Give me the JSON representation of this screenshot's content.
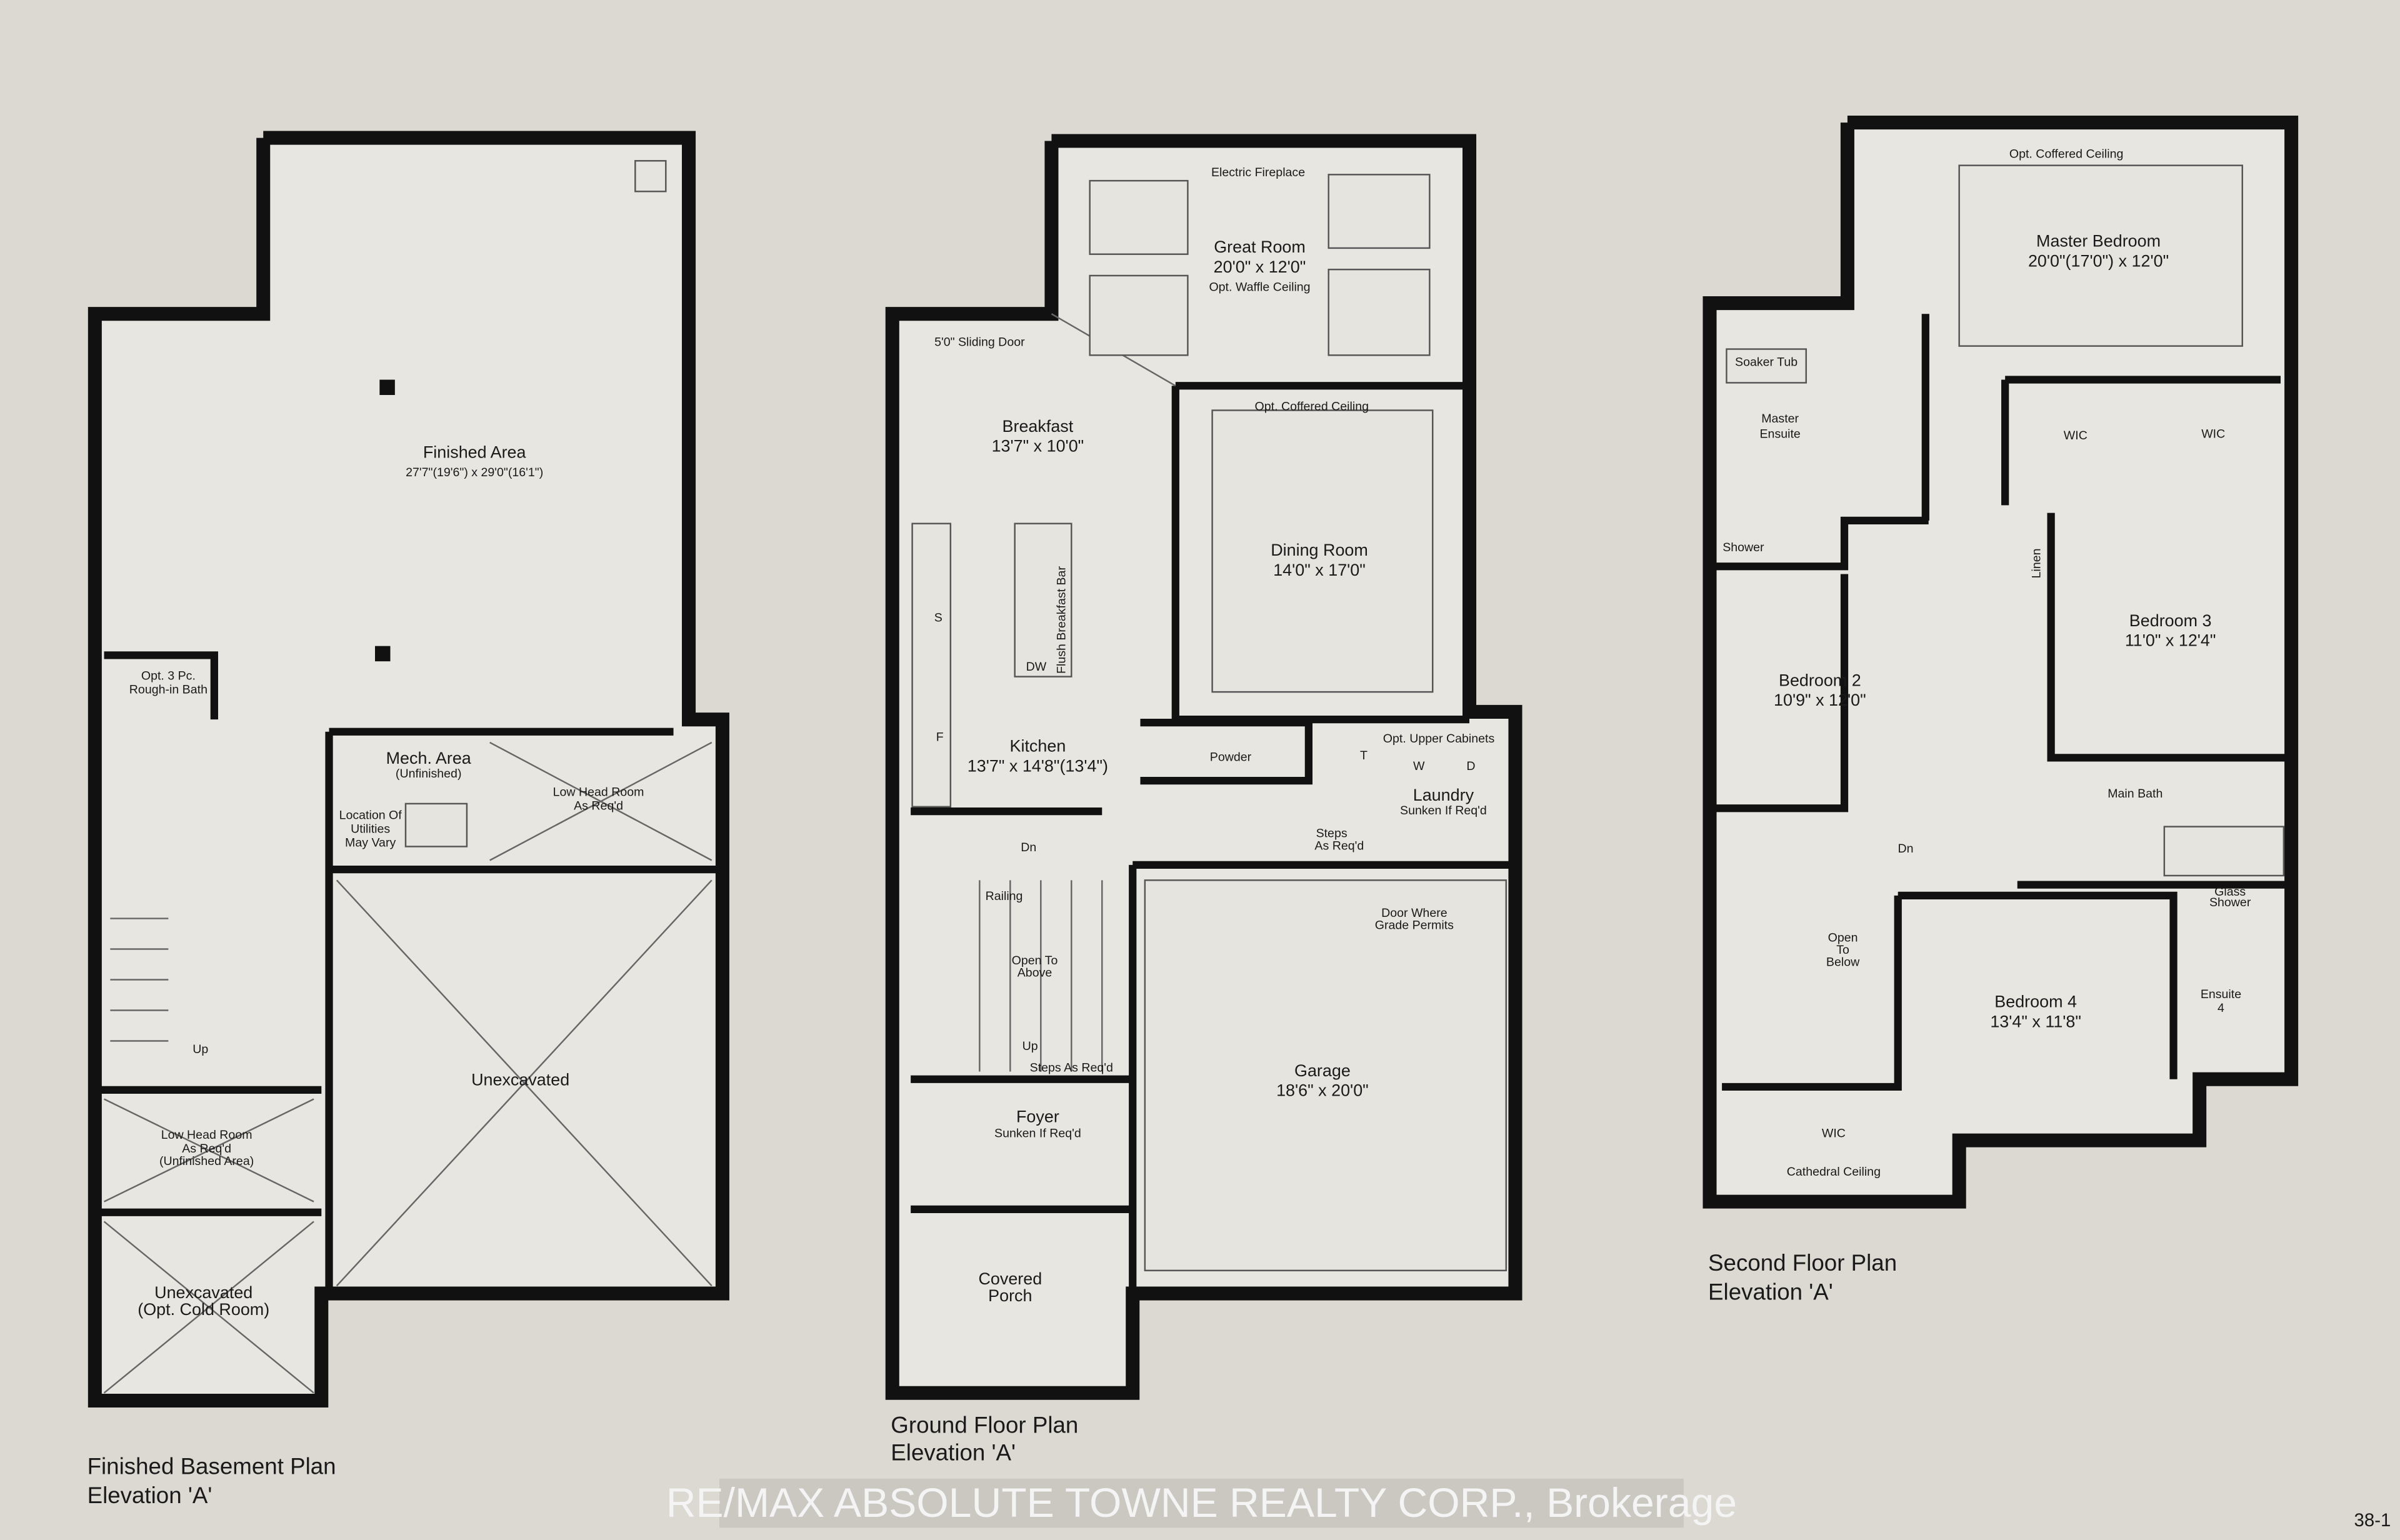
{
  "page_number": "38-1",
  "watermark": "RE/MAX ABSOLUTE TOWNE REALTY CORP., Brokerage",
  "colors": {
    "paper": "#dcd9d2",
    "walls": "#111111",
    "floor": "#e8e6e1"
  },
  "basement": {
    "title": "Finished Basement Plan",
    "elevation": "Elevation 'A'",
    "rooms": {
      "finished_area": "Finished Area",
      "finished_area_dim": "27'7\"(19'6\") x 29'0\"(16'1\")",
      "bath_1": "Opt. 3 Pc.",
      "bath_2": "Rough-in Bath",
      "mech": "Mech. Area",
      "mech_sub": "(Unfinished)",
      "utilities_1": "Location Of",
      "utilities_2": "Utilities",
      "utilities_3": "May Vary",
      "low_head_1": "Low Head Room",
      "low_head_2": "As Req'd",
      "unexcavated": "Unexcavated",
      "low_head_b1": "Low Head Room",
      "low_head_b2": "As Req'd",
      "low_head_b3": "(Unfinished Area)",
      "cold_1": "Unexcavated",
      "cold_2": "(Opt. Cold Room)",
      "up": "Up"
    }
  },
  "ground": {
    "title": "Ground Floor Plan",
    "elevation": "Elevation 'A'",
    "rooms": {
      "fireplace": "Electric Fireplace",
      "great": "Great Room",
      "great_dim": "20'0\" x 12'0\"",
      "waffle": "Opt. Waffle Ceiling",
      "sliding": "5'0\" Sliding Door",
      "breakfast": "Breakfast",
      "breakfast_dim": "13'7\" x 10'0\"",
      "coffered": "Opt. Coffered Ceiling",
      "dining": "Dining Room",
      "dining_dim": "14'0\" x 17'0\"",
      "bar": "Flush Breakfast Bar",
      "s": "S",
      "dw": "DW",
      "f": "F",
      "kitchen": "Kitchen",
      "kitchen_dim": "13'7\" x 14'8\"(13'4\")",
      "powder": "Powder",
      "t": "T",
      "upper_cab": "Opt. Upper Cabinets",
      "w": "W",
      "d": "D",
      "laundry": "Laundry",
      "laundry_sub": "Sunken If Req'd",
      "steps_1": "Steps",
      "steps_2": "As Req'd",
      "door_1": "Door Where",
      "door_2": "Grade Permits",
      "dn": "Dn",
      "railing": "Railing",
      "open_1": "Open To",
      "open_2": "Above",
      "up": "Up",
      "steps_foyer": "Steps As Req'd",
      "foyer": "Foyer",
      "foyer_sub": "Sunken If Req'd",
      "garage": "Garage",
      "garage_dim": "18'6\" x 20'0\"",
      "porch_1": "Covered",
      "porch_2": "Porch"
    }
  },
  "second": {
    "title": "Second Floor Plan",
    "elevation": "Elevation 'A'",
    "rooms": {
      "coffered": "Opt. Coffered Ceiling",
      "master": "Master Bedroom",
      "master_dim": "20'0\"(17'0\") x 12'0\"",
      "soaker": "Soaker Tub",
      "ensuite_1": "Master",
      "ensuite_2": "Ensuite",
      "shower": "Shower",
      "wic1": "WIC",
      "wic2": "WIC",
      "linen": "Linen",
      "bed3": "Bedroom 3",
      "bed3_dim": "11'0\" x 12'4\"",
      "bed2": "Bedroom 2",
      "bed2_dim": "10'9\" x 12'0\"",
      "main_bath": "Main Bath",
      "dn": "Dn",
      "glass_1": "Glass",
      "glass_2": "Shower",
      "open_1": "Open",
      "open_2": "To",
      "open_3": "Below",
      "ensuite4_1": "Ensuite",
      "ensuite4_2": "4",
      "bed4": "Bedroom 4",
      "bed4_dim": "13'4\" x 11'8\"",
      "wic3": "WIC",
      "cathedral": "Cathedral Ceiling"
    }
  }
}
